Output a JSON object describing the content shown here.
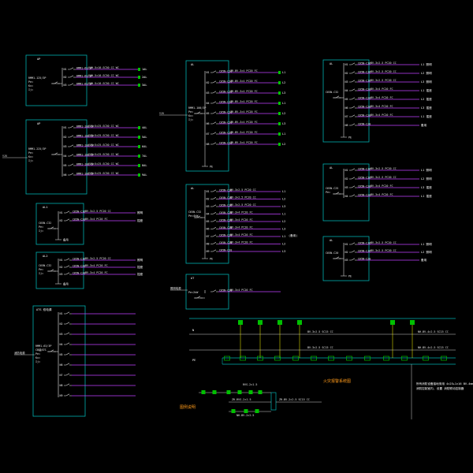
{
  "colors": {
    "background": "#000000",
    "panel_border": "#00b0b0",
    "feeder": "#c040ff",
    "breaker": "#cfcfcf",
    "terminal": "#00c000",
    "text": "#e8e8e8",
    "highlight": "#ffff00",
    "title": "#ff9a1a"
  },
  "panels": {
    "ap1": {
      "title": "AP",
      "main": [
        "RMM1-125/3P",
        "Pe=",
        "Kx=",
        "Ij="
      ],
      "rows": [
        {
          "id": "N1",
          "brk": "RMM1-63/3P",
          "cable": "YJV-5×10-SC50 CC WC",
          "tag": "1AL"
        },
        {
          "id": "N2",
          "brk": "RMM1-63/3P",
          "cable": "YJV-5×10-SC50 CC WC",
          "tag": "2AL"
        },
        {
          "id": "N3",
          "brk": "RMM1-63/3P",
          "cable": "YJV-5×10-SC50 CC WC",
          "tag": "3AL"
        }
      ]
    },
    "ap2": {
      "title": "AP",
      "main": [
        "RMM1-225/3P",
        "Pe=",
        "Kx=",
        "Ij="
      ],
      "inlet": "YJV",
      "rows": [
        {
          "id": "N1",
          "brk": "RMM1-100/3P",
          "cable": "YJV-5×25-SC50 CC WC",
          "tag": "4AL"
        },
        {
          "id": "N2",
          "brk": "RMM1-100/3P",
          "cable": "YJV-5×25-SC50 CC WC",
          "tag": "5AL"
        },
        {
          "id": "N3",
          "brk": "RMM1-100/3P",
          "cable": "YJV-5×25-SC50 CC WC",
          "tag": "6AL"
        },
        {
          "id": "N4",
          "brk": "RMM1-100/3P",
          "cable": "YJV-5×25-SC50 CC WC",
          "tag": "7AL"
        },
        {
          "id": "N5",
          "brk": "RMM1-100/3P",
          "cable": "YJV-5×25-SC50 CC WC",
          "tag": "8AL"
        },
        {
          "id": "N6",
          "brk": "RMM1-100/3P",
          "cable": "YJV-5×25-SC50 CC WC",
          "tag": "9AL"
        }
      ]
    },
    "main_center": {
      "title": "AL",
      "inlet": "YJV",
      "main": [
        "RMM1-100/3P",
        "Pe=",
        "Kx=",
        "Ij="
      ],
      "rows": [
        {
          "id": "N1",
          "brk": "C65N-C20",
          "cable": "ZR-BV-3×4 PC20 FC",
          "tag": "L1"
        },
        {
          "id": "N2",
          "brk": "C65N-C20",
          "cable": "ZR-BV-3×4 PC20 FC",
          "tag": "L2"
        },
        {
          "id": "N3",
          "brk": "C65N-C20",
          "cable": "ZR-BV-3×4 PC20 FC",
          "tag": "L3"
        },
        {
          "id": "N4",
          "brk": "C65N-C20",
          "cable": "ZR-BV-3×4 PC20 FC",
          "tag": "L1"
        },
        {
          "id": "N5",
          "brk": "C65N-C20",
          "cable": "ZR-BV-3×4 PC20 FC",
          "tag": "L2"
        },
        {
          "id": "N6",
          "brk": "C65N-C20",
          "cable": "ZR-BV-3×4 PC20 FC",
          "tag": "L3"
        },
        {
          "id": "N7",
          "brk": "C65N-C20",
          "cable": "ZR-BV-3×4 PC20 FC",
          "tag": "L1"
        },
        {
          "id": "N8",
          "brk": "C65N-C20",
          "cable": "ZR-BV-3×4 PC20 FC",
          "tag": "L2"
        }
      ],
      "foot": "PE"
    },
    "al_small1": {
      "title": "AL1",
      "main": [
        "C65N-C32",
        "Pe=",
        "Ij="
      ],
      "rows": [
        {
          "id": "N1",
          "brk": "C65N-C16",
          "cable": "BV-3×2.5 PC20 CC",
          "tag": "照明"
        },
        {
          "id": "N2",
          "brk": "C65N-C20",
          "cable": "BV-3×4 PC20 FC",
          "tag": "插座"
        }
      ],
      "foot": "备用"
    },
    "al_small2": {
      "title": "AL2",
      "main": [
        "C65N-C32",
        "Pe=",
        "Ij="
      ],
      "rows": [
        {
          "id": "N1",
          "brk": "C65N-C16",
          "cable": "BV-3×2.5 PC20 CC",
          "tag": "照明"
        },
        {
          "id": "N2",
          "brk": "C65N-C20",
          "cable": "BV-3×4 PC20 FC",
          "tag": "插座"
        },
        {
          "id": "N3",
          "brk": "C65N-C20",
          "cable": "BV-3×4 PC20 FC",
          "tag": "插座"
        }
      ],
      "foot": "备用"
    },
    "mid2": {
      "title": "AL",
      "main": [
        "C65N-C32",
        "Pe=4kW"
      ],
      "rows": [
        {
          "id": "N1",
          "brk": "C65N-C16",
          "cable": "BV-3×2.5 PC20 CC",
          "tag": "L1"
        },
        {
          "id": "N2",
          "brk": "C65N-C16",
          "cable": "BV-3×2.5 PC20 CC",
          "tag": "L2"
        },
        {
          "id": "N3",
          "brk": "C65N-C16",
          "cable": "BV-3×2.5 PC20 CC",
          "tag": "L3"
        },
        {
          "id": "N4",
          "brk": "C65N-C20",
          "cable": "BV-3×4 PC20 FC",
          "tag": "L1"
        },
        {
          "id": "N5",
          "brk": "C65N-C20",
          "cable": "BV-3×4 PC20 FC",
          "tag": "L2"
        },
        {
          "id": "N6",
          "brk": "C65N-C20",
          "cable": "BV-3×4 PC20 FC",
          "tag": "L3"
        },
        {
          "id": "N7",
          "brk": "C65N-C20",
          "cable": "BV-3×4 PC20 FC",
          "tag": "L1"
        },
        {
          "id": "N8",
          "brk": "C65N-C20",
          "cable": "BV-3×4 PC20 FC",
          "tag": "L2"
        },
        {
          "id": "N9",
          "brk": "C65N-C20",
          "cable": "",
          "tag": "L3"
        }
      ],
      "side": "(备用)",
      "foot": "PE"
    },
    "mid3": {
      "title": "AT",
      "inlet": "照明电源",
      "main": [
        "Pe=2kW"
      ],
      "rows": [
        {
          "id": "",
          "brk": "C65N-C20",
          "cable": "BV-3×4 PC20 FC",
          "tag": ""
        }
      ]
    },
    "right1": {
      "title": "AL",
      "main": [
        "C65N-C32"
      ],
      "rows": [
        {
          "id": "N1",
          "brk": "C65N-C16",
          "cable": "BV-3×2.5 PC20 CC",
          "tag": "L1 照明"
        },
        {
          "id": "N2",
          "brk": "C65N-C16",
          "cable": "BV-3×2.5 PC20 CC",
          "tag": "L2 照明"
        },
        {
          "id": "N3",
          "brk": "C65N-C16",
          "cable": "BV-3×2.5 PC20 CC",
          "tag": "L3 照明"
        },
        {
          "id": "N4",
          "brk": "C65N-C20",
          "cable": "BV-3×4 PC20 FC",
          "tag": "L1 插座"
        },
        {
          "id": "N5",
          "brk": "C65N-C20",
          "cable": "BV-3×4 PC20 FC",
          "tag": "L2 插座"
        },
        {
          "id": "N6",
          "brk": "C65N-C20",
          "cable": "BV-3×4 PC20 FC",
          "tag": "L3 插座"
        },
        {
          "id": "N7",
          "brk": "C65N-C20",
          "cable": "BV-3×4 PC20 FC",
          "tag": "L1 插座"
        },
        {
          "id": "N8",
          "brk": "C65N-C20",
          "cable": "",
          "tag": "备用"
        }
      ],
      "foot": "PE"
    },
    "right2": {
      "title": "AL",
      "main": [
        "C65N-C25",
        "Pe="
      ],
      "rows": [
        {
          "id": "N1",
          "brk": "C65N-C16",
          "cable": "BV-3×2.5 PC20 CC",
          "tag": "L1 照明"
        },
        {
          "id": "N2",
          "brk": "C65N-C16",
          "cable": "BV-3×2.5 PC20 CC",
          "tag": "L2 照明"
        },
        {
          "id": "N3",
          "brk": "C65N-C20",
          "cable": "BV-3×4 PC20 FC",
          "tag": "L3 插座"
        },
        {
          "id": "N4",
          "brk": "C65N-C20",
          "cable": "BV-3×4 PC20 FC",
          "tag": "L1 插座"
        }
      ]
    },
    "right3": {
      "title": "AL",
      "main": [
        "C65N-C20"
      ],
      "rows": [
        {
          "id": "N1",
          "brk": "C65N-C16",
          "cable": "BV-3×2.5 PC20 CC",
          "tag": "L1 照明"
        },
        {
          "id": "N2",
          "brk": "C65N-C16",
          "cable": "BV-3×2.5 PC20 CC",
          "tag": "L2 照明"
        },
        {
          "id": "N3",
          "brk": "C65N-C20",
          "cable": "",
          "tag": "备用"
        }
      ],
      "foot": "PE"
    },
    "left_big": {
      "title": "ATS 双电源",
      "inlet": "消防电源",
      "main": [
        "RMM1-63/3P",
        "CB级ATS",
        "Pe=",
        "Kx=",
        "Ij="
      ],
      "rows": [
        {
          "id": "N1",
          "brk": "",
          "cable": "",
          "tag": ""
        },
        {
          "id": "N2",
          "brk": "",
          "cable": "",
          "tag": ""
        },
        {
          "id": "N3",
          "brk": "",
          "cable": "",
          "tag": ""
        },
        {
          "id": "N4",
          "brk": "",
          "cable": "",
          "tag": ""
        },
        {
          "id": "N5",
          "brk": "",
          "cable": "",
          "tag": ""
        },
        {
          "id": "N6",
          "brk": "",
          "cable": "",
          "tag": ""
        },
        {
          "id": "N7",
          "brk": "",
          "cable": "",
          "tag": ""
        },
        {
          "id": "N8",
          "brk": "",
          "cable": "",
          "tag": ""
        },
        {
          "id": "N9",
          "brk": "",
          "cable": "",
          "tag": ""
        }
      ]
    }
  },
  "bus": {
    "label_top": "N",
    "label_bottom": "PE",
    "cable_top_left": "BV-3×2.5 SC15 CC",
    "cable_top_right": "NH-BV-4×2.5 SC15 CC",
    "cable_mid_left": "BV-3×2.5 SC15 CC",
    "cable_mid_right": "NH-BV-4×2.5 SC15 CC",
    "title": "火灾报警系统图",
    "notes": [
      "所有消防设备接地采用 4×25+1×16 BV-4mm²",
      "消防控制室内, 设置 消防联动控制器"
    ]
  },
  "legend": {
    "title": "图例说明",
    "items": [
      "RVS-2×1.5",
      "ZR-BV-2×2.5 SC15 CC",
      "ZR-RVS-2×1.5",
      "NH-BV-2×2.5"
    ]
  }
}
